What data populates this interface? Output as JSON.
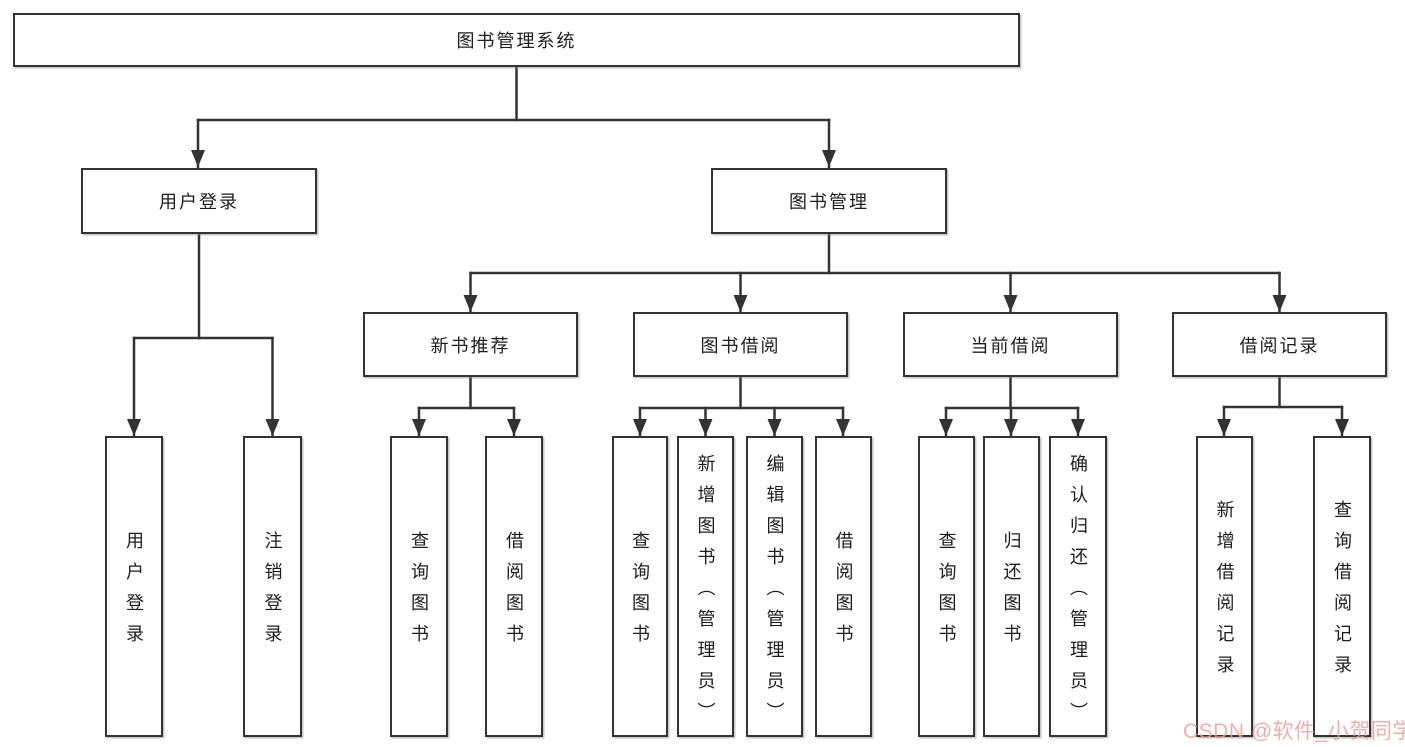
{
  "tree": {
    "label": "图书管理系统",
    "children": [
      {
        "label": "用户登录",
        "children": [
          {
            "label": "用户登录"
          },
          {
            "label": "注销登录"
          }
        ]
      },
      {
        "label": "图书管理",
        "children": [
          {
            "label": "新书推荐",
            "children": [
              {
                "label": "查询图书"
              },
              {
                "label": "借阅图书"
              }
            ]
          },
          {
            "label": "图书借阅",
            "children": [
              {
                "label": "查询图书"
              },
              {
                "label": "新增图书（管理员）"
              },
              {
                "label": "编辑图书（管理员）"
              },
              {
                "label": "借阅图书"
              }
            ]
          },
          {
            "label": "当前借阅",
            "children": [
              {
                "label": "查询图书"
              },
              {
                "label": "归还图书"
              },
              {
                "label": "确认归还（管理员）"
              }
            ]
          },
          {
            "label": "借阅记录",
            "children": [
              {
                "label": "新增借阅记录"
              },
              {
                "label": "查询借阅记录"
              }
            ]
          }
        ]
      }
    ]
  },
  "watermark": {
    "text": "CSDN @软件_小贺同学",
    "color": "#ee9f9f"
  },
  "colors": {
    "line": "#333333",
    "background": "#ffffff",
    "text": "#1d1d1d"
  }
}
